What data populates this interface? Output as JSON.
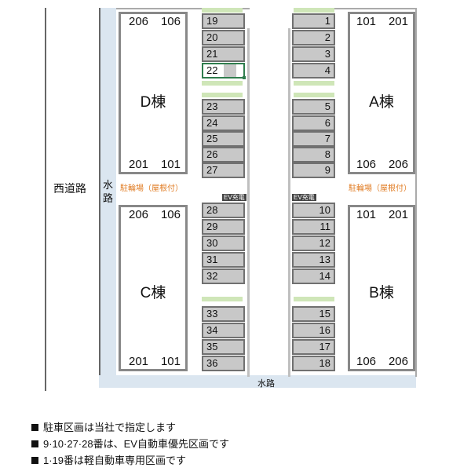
{
  "roads": {
    "west_road": "西道路",
    "waterway_vertical": [
      "水",
      "路"
    ],
    "waterway_bottom": "水路"
  },
  "buildings": {
    "D": {
      "name": "D棟",
      "top_left": "206",
      "top_right": "106",
      "bottom_left": "201",
      "bottom_right": "101"
    },
    "C": {
      "name": "C棟",
      "top_left": "206",
      "top_right": "106",
      "bottom_left": "201",
      "bottom_right": "101"
    },
    "A": {
      "name": "A棟",
      "top_left": "101",
      "top_right": "201",
      "bottom_left": "106",
      "bottom_right": "206"
    },
    "B": {
      "name": "B棟",
      "top_left": "101",
      "top_right": "201",
      "bottom_left": "106",
      "bottom_right": "206"
    }
  },
  "bike_parking_left": "駐輪場（屋根付）",
  "bike_parking_right": "駐輪場（屋根付）",
  "sign_left": "EV充電",
  "sign_right": "EV充電",
  "stalls_left": [
    "19",
    "20",
    "21",
    "22",
    "23",
    "24",
    "25",
    "26",
    "27",
    "28",
    "29",
    "30",
    "31",
    "32",
    "33",
    "34",
    "35",
    "36"
  ],
  "stalls_right": [
    "1",
    "2",
    "3",
    "4",
    "5",
    "6",
    "7",
    "8",
    "9",
    "10",
    "11",
    "12",
    "13",
    "14",
    "15",
    "16",
    "17",
    "18"
  ],
  "notes": [
    "駐車区画は当社で指定します",
    "9·10·27·28番は、EV自動車優先区画です",
    "1·19番は軽自動車専用区画です"
  ],
  "colors": {
    "stall_fill": "#c8c8c8",
    "green_strip": "#cfe6b8",
    "water": "#dbe6f0",
    "bike_text": "#e07b22"
  }
}
